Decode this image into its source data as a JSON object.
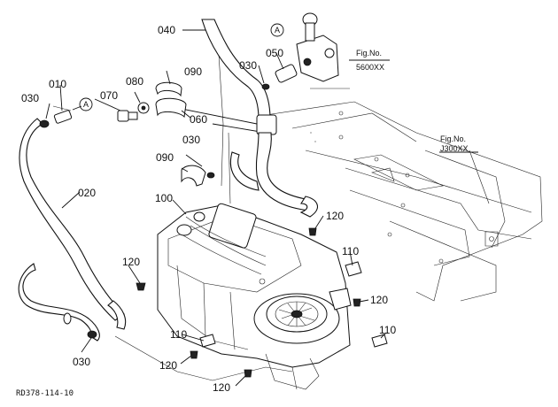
{
  "diagram": {
    "figure_code": "RD378-114-10",
    "callouts": {
      "c010": "010",
      "c020": "020",
      "c030a": "030",
      "c030b": "030",
      "c030c": "030",
      "c030d": "030",
      "c040": "040",
      "c050": "050",
      "c060": "060",
      "c070": "070",
      "c080": "080",
      "c090a": "090",
      "c090b": "090",
      "c100": "100",
      "c110a": "110",
      "c110b": "110",
      "c110c": "110",
      "c120a": "120",
      "c120b": "120",
      "c120c": "120",
      "c120d": "120",
      "c120e": "120"
    },
    "refs": {
      "ref1_line1": "Fig.No.",
      "ref1_line2": "5600XX",
      "ref2_line1": "Fig.No.",
      "ref2_line2": "J300XX"
    },
    "connection_marks": {
      "a1": "A",
      "a2": "A"
    }
  }
}
